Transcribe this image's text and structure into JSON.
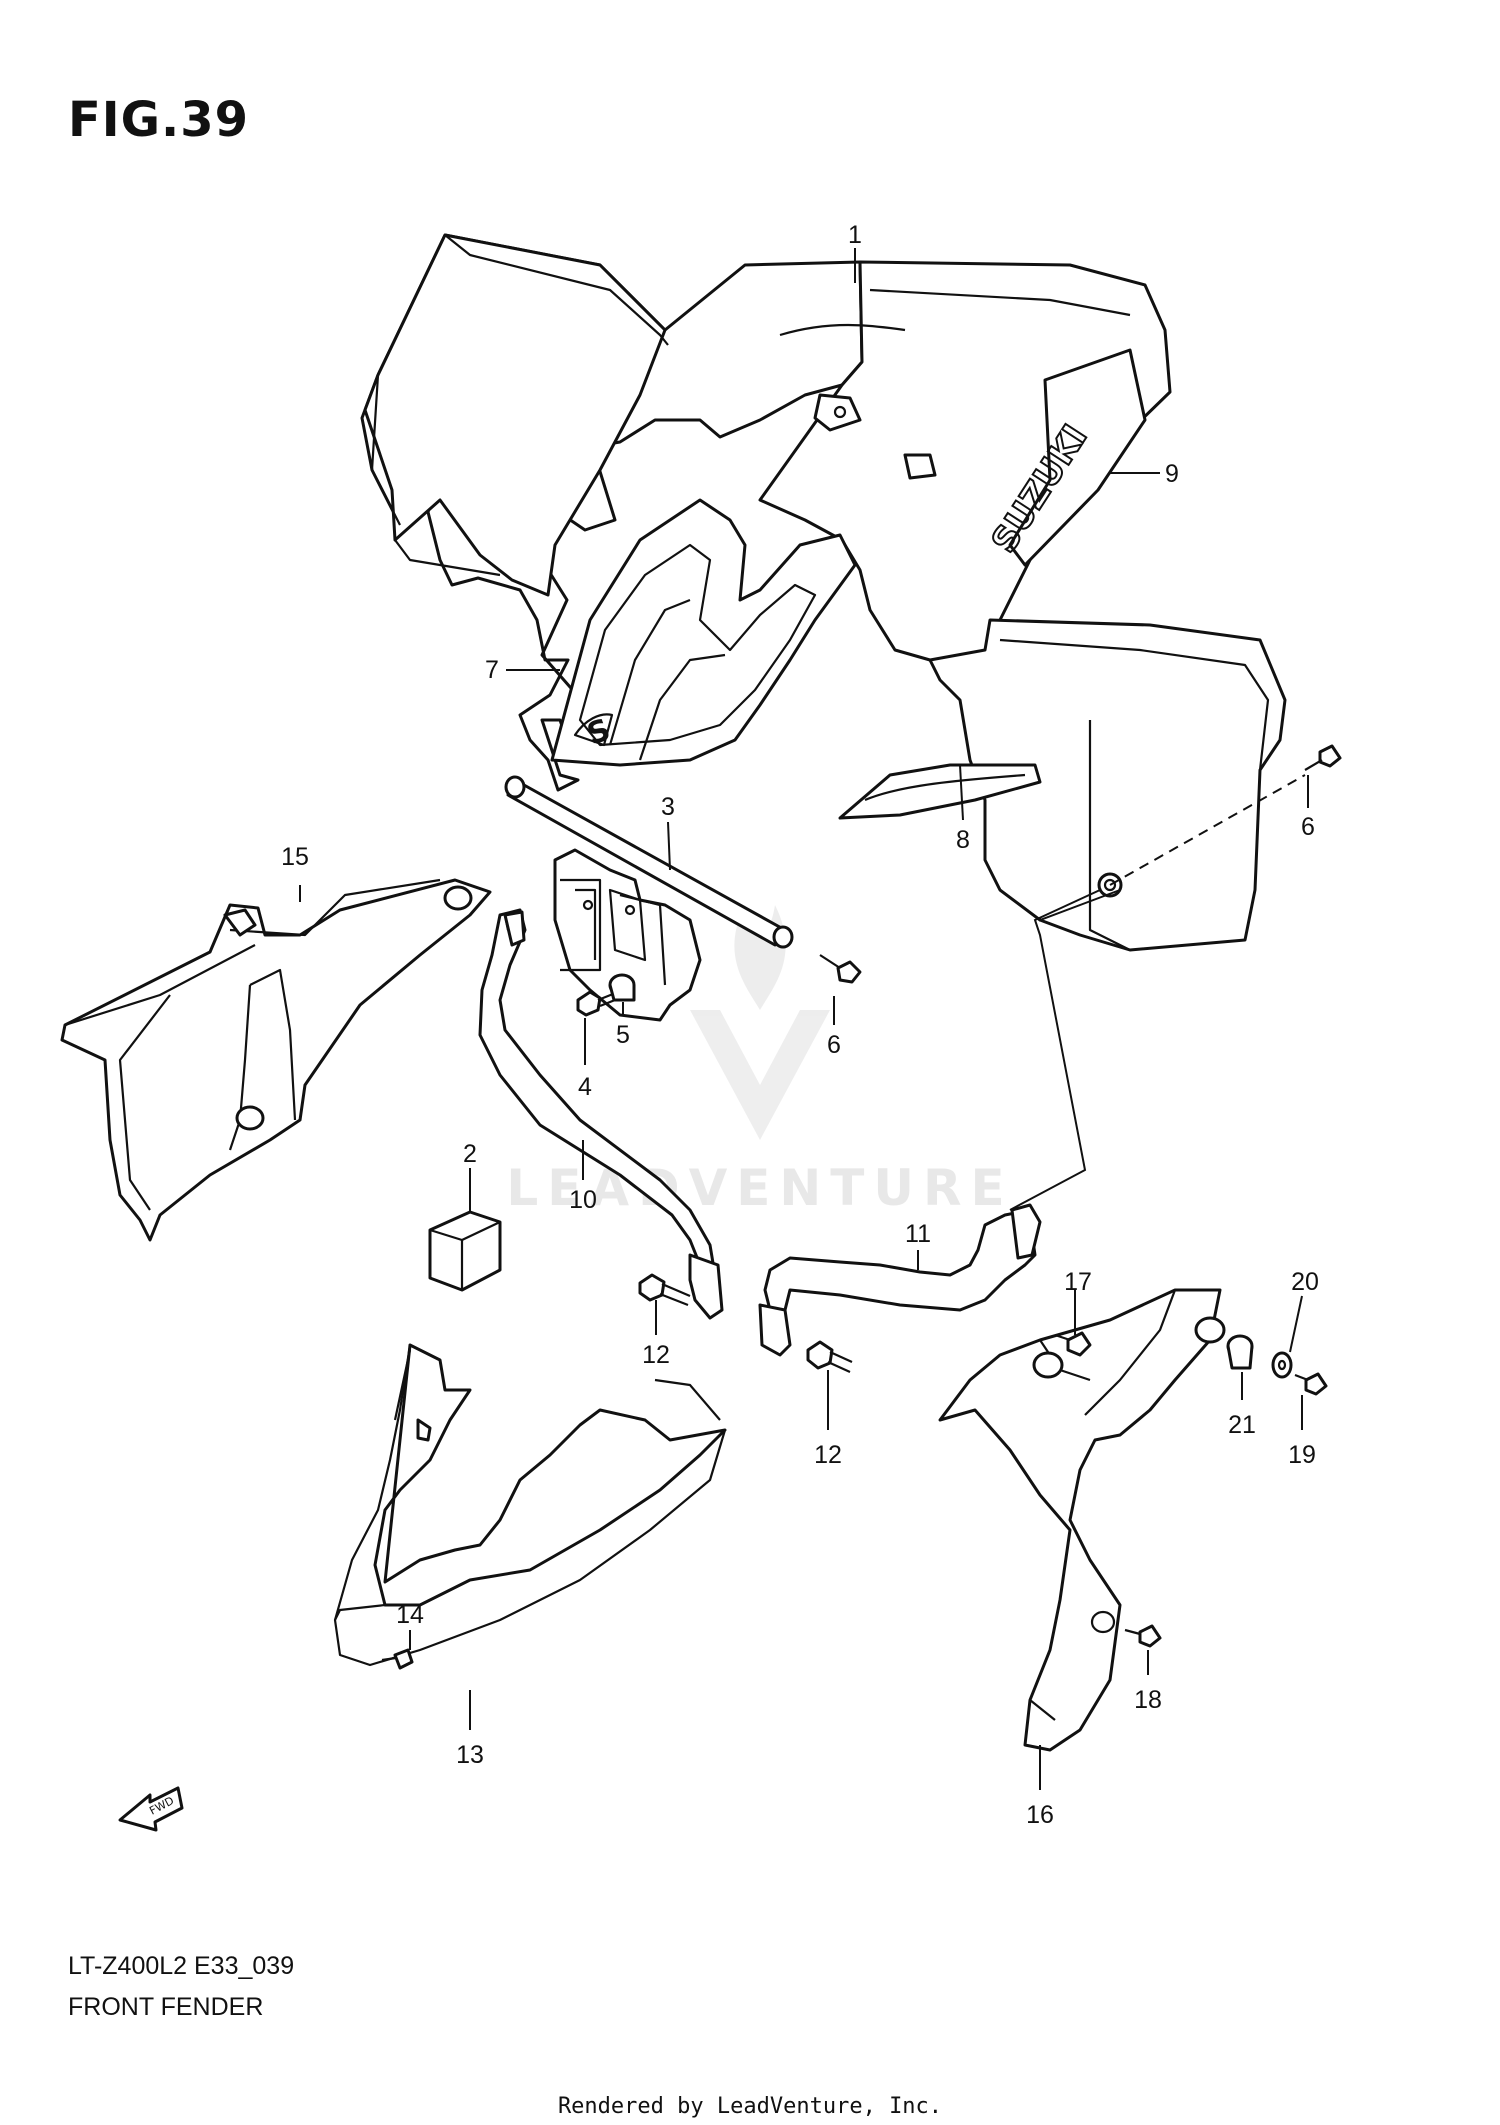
{
  "figure": {
    "title": "FIG.39",
    "model_code": "LT-Z400L2 E33_039",
    "caption": "FRONT FENDER",
    "watermark": "LEADVENTURE",
    "brand_logo": "SUZUKI",
    "fwd_label": "FWD",
    "footer": "Rendered by LeadVenture, Inc."
  },
  "callouts": {
    "c1": "1",
    "c2": "2",
    "c3": "3",
    "c4": "4",
    "c5": "5",
    "c6a": "6",
    "c6b": "6",
    "c7": "7",
    "c8": "8",
    "c9": "9",
    "c10": "10",
    "c11": "11",
    "c12a": "12",
    "c12b": "12",
    "c13": "13",
    "c14": "14",
    "c15": "15",
    "c16": "16",
    "c17": "17",
    "c18": "18",
    "c19": "19",
    "c20": "20",
    "c21": "21"
  }
}
